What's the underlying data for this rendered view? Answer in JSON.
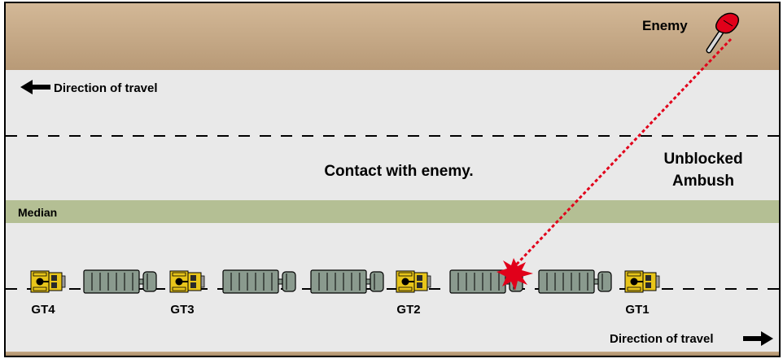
{
  "labels": {
    "enemy": "Enemy",
    "direction_top": "Direction of travel",
    "direction_bottom": "Direction of travel",
    "contact": "Contact with enemy.",
    "ambush_line1": "Unblocked",
    "ambush_line2": "Ambush",
    "median": "Median"
  },
  "convoy": {
    "gun_trucks": [
      "GT4",
      "GT3",
      "GT2",
      "GT1"
    ]
  },
  "colors": {
    "roadside": "#c4a784",
    "road": "#e9e9e9",
    "median": "#b4bf94",
    "gun_truck": "#e8c51a",
    "cargo_trailer": "#8a9a8e",
    "line_of_fire": "#e1001a",
    "border": "#000000"
  },
  "icons": {
    "enemy": "rpg-launcher-icon",
    "impact": "explosion-icon",
    "direction_left": "arrow-left-icon",
    "direction_right": "arrow-right-icon"
  }
}
